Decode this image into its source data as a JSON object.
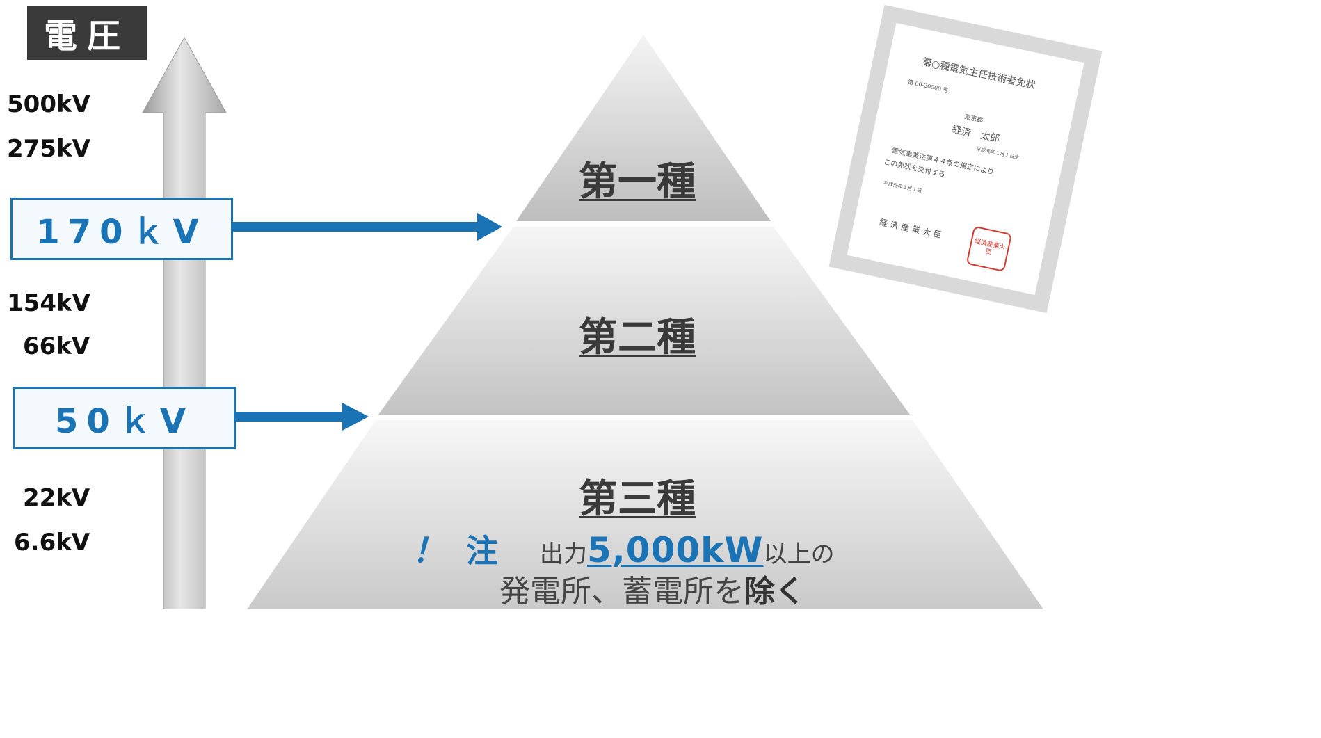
{
  "header": {
    "title": "電圧"
  },
  "voltage_labels": [
    "500kV",
    "275kV",
    "154kV",
    "66kV",
    "22kV",
    "6.6kV"
  ],
  "thresholds": [
    {
      "label": "170ｋV"
    },
    {
      "label": "50ｋV"
    }
  ],
  "tiers": [
    "第一種",
    "第二種",
    "第三種"
  ],
  "note": {
    "mark": "！",
    "word": "注",
    "prefix": "出力",
    "value": "5,000kW",
    "suffix": "以上の",
    "line2_main": "発電所、蓄電所を",
    "line2_strong": "除く"
  },
  "certificate": {
    "title": "第○種電気主任技術者免状",
    "number": "第 00-20000 号",
    "prefecture": "東京都",
    "name": "経済　太郎",
    "birth": "平成元年１月１日生",
    "body1": "電気事業法第４４条の規定により",
    "body2": "この免状を交付する",
    "date": "平成元年１月１日",
    "issuer": "経 済 産 業 大 臣",
    "seal": "経済産業大臣"
  },
  "colors": {
    "accent": "#1a73b5",
    "title_bg": "#3a3a3a",
    "pyramid": "#c8c8c8",
    "seal": "#d23a2f"
  }
}
